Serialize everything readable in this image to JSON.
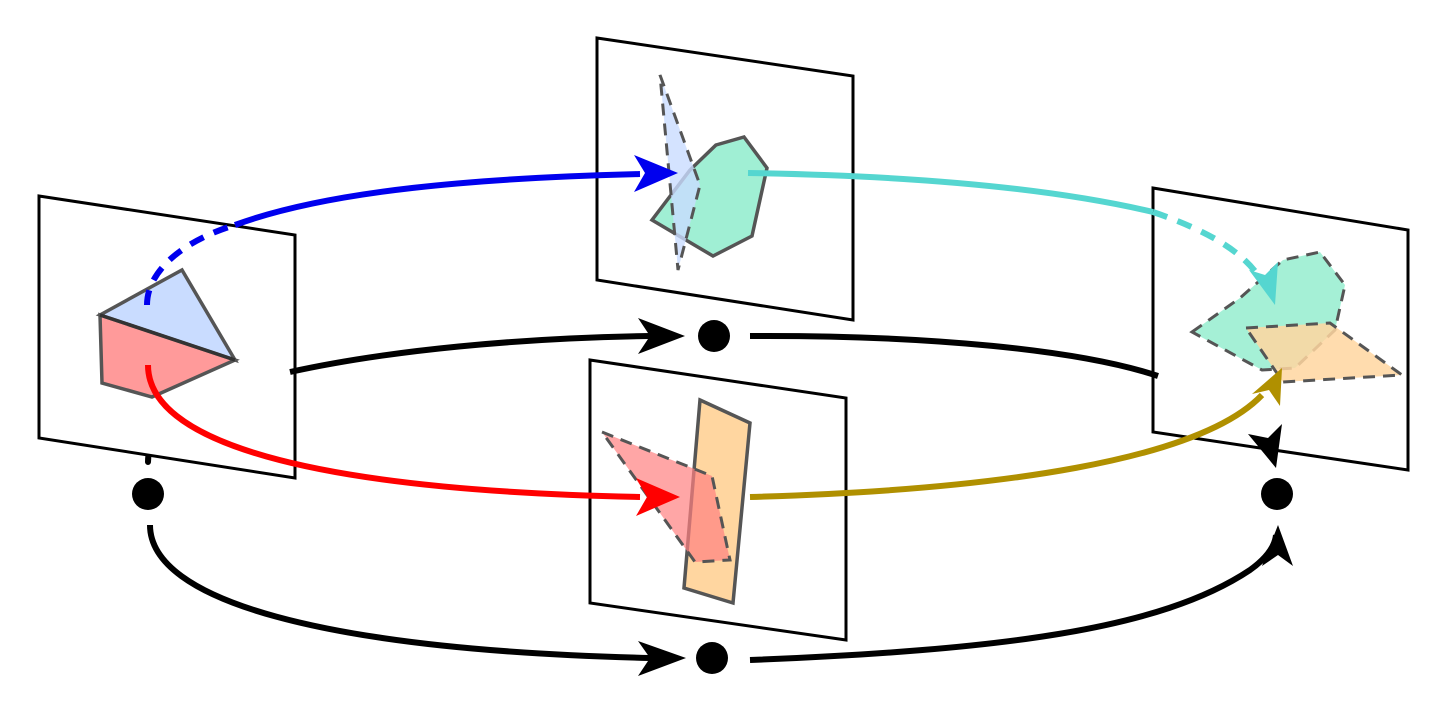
{
  "diagram": {
    "kind": "commutative path diagram with projection planes",
    "planes": [
      "left-plane",
      "top-center-plane",
      "bottom-center-plane",
      "right-plane"
    ],
    "nodes": [
      "left-node",
      "top-node",
      "bottom-node",
      "right-node"
    ],
    "colors": {
      "blue_path": "#0000ee",
      "red_path": "#ff0000",
      "cyan_path": "#55d6d0",
      "olive_path": "#b09000",
      "black_path": "#000000",
      "blue_fill": "#c9dcff",
      "red_fill": "#ff9a9a",
      "green_fill": "#a0efd4",
      "orange_fill": "#ffd6a0",
      "outline": "#555555"
    }
  }
}
